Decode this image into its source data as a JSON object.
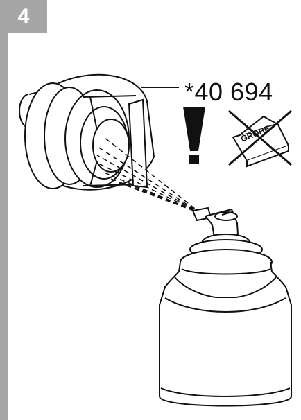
{
  "step": {
    "number": "4"
  },
  "part": {
    "number": "*40 694"
  },
  "icons": {
    "warning": "exclamation-icon",
    "no_grohe_grease": "crossed-out-grohe-grease-icon"
  },
  "brand_mark": "GROHE",
  "colors": {
    "accent": "#a6a6a6",
    "ink": "#111111"
  }
}
